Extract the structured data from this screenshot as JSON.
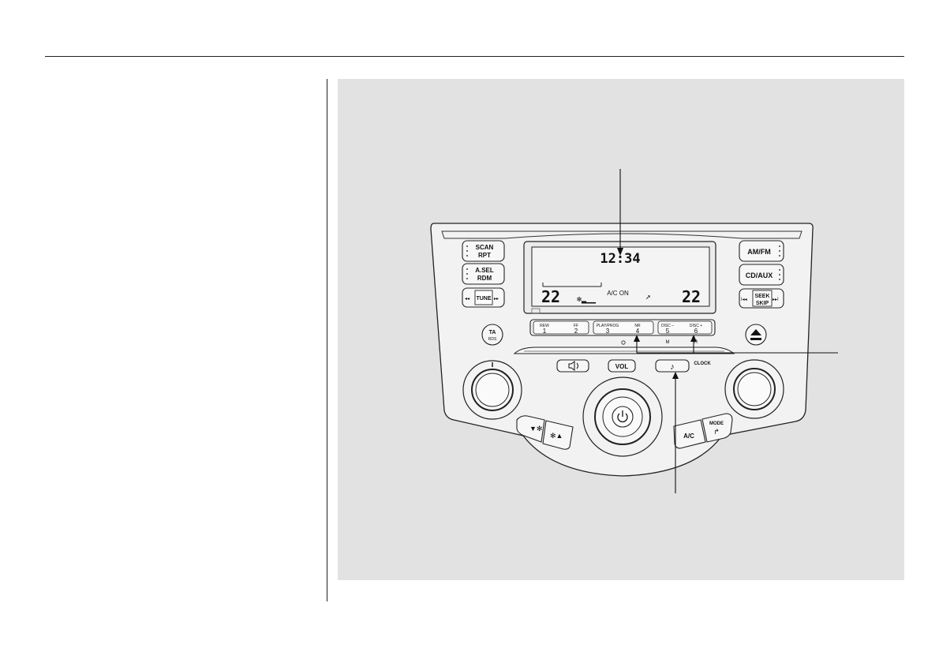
{
  "display": {
    "clock": "12:34",
    "temp_left": "22",
    "temp_right": "22",
    "ac_status": "A/C ON"
  },
  "left_buttons": [
    {
      "line1": "SCAN",
      "line2": "RPT"
    },
    {
      "line1": "A.SEL",
      "line2": "RDM"
    },
    {
      "line1": "TUNE",
      "left_glyph": "◂◂",
      "right_glyph": "▸▸"
    }
  ],
  "right_buttons": [
    {
      "line1": "AM/FM"
    },
    {
      "line1": "CD/AUX"
    },
    {
      "line1": "SEEK",
      "line2": "SKIP",
      "left_glyph": "I◂◂",
      "right_glyph": "▸▸I"
    }
  ],
  "ta_button": {
    "line1": "TA",
    "line2": "RDS"
  },
  "presets": [
    {
      "top": "REW",
      "num": "1"
    },
    {
      "top": "FF",
      "num": "2"
    },
    {
      "top": "PLAY/PROG",
      "num": "3"
    },
    {
      "top": "NR",
      "num": "4"
    },
    {
      "top": "DISC –",
      "num": "5"
    },
    {
      "top": "DISC +",
      "num": "6"
    }
  ],
  "preset_sublabels": {
    "m": "M",
    "r": "R"
  },
  "mid_buttons": {
    "vol": "VOL",
    "clock": "CLOCK"
  },
  "climate": {
    "ac": "A/C",
    "mode": "MODE"
  },
  "icons": {
    "mute": "speaker-icon",
    "sound": "music-note-icon",
    "power": "power-icon",
    "eject": "eject-icon",
    "fan_down": "fan-down-icon",
    "fan_up": "fan-up-icon"
  }
}
